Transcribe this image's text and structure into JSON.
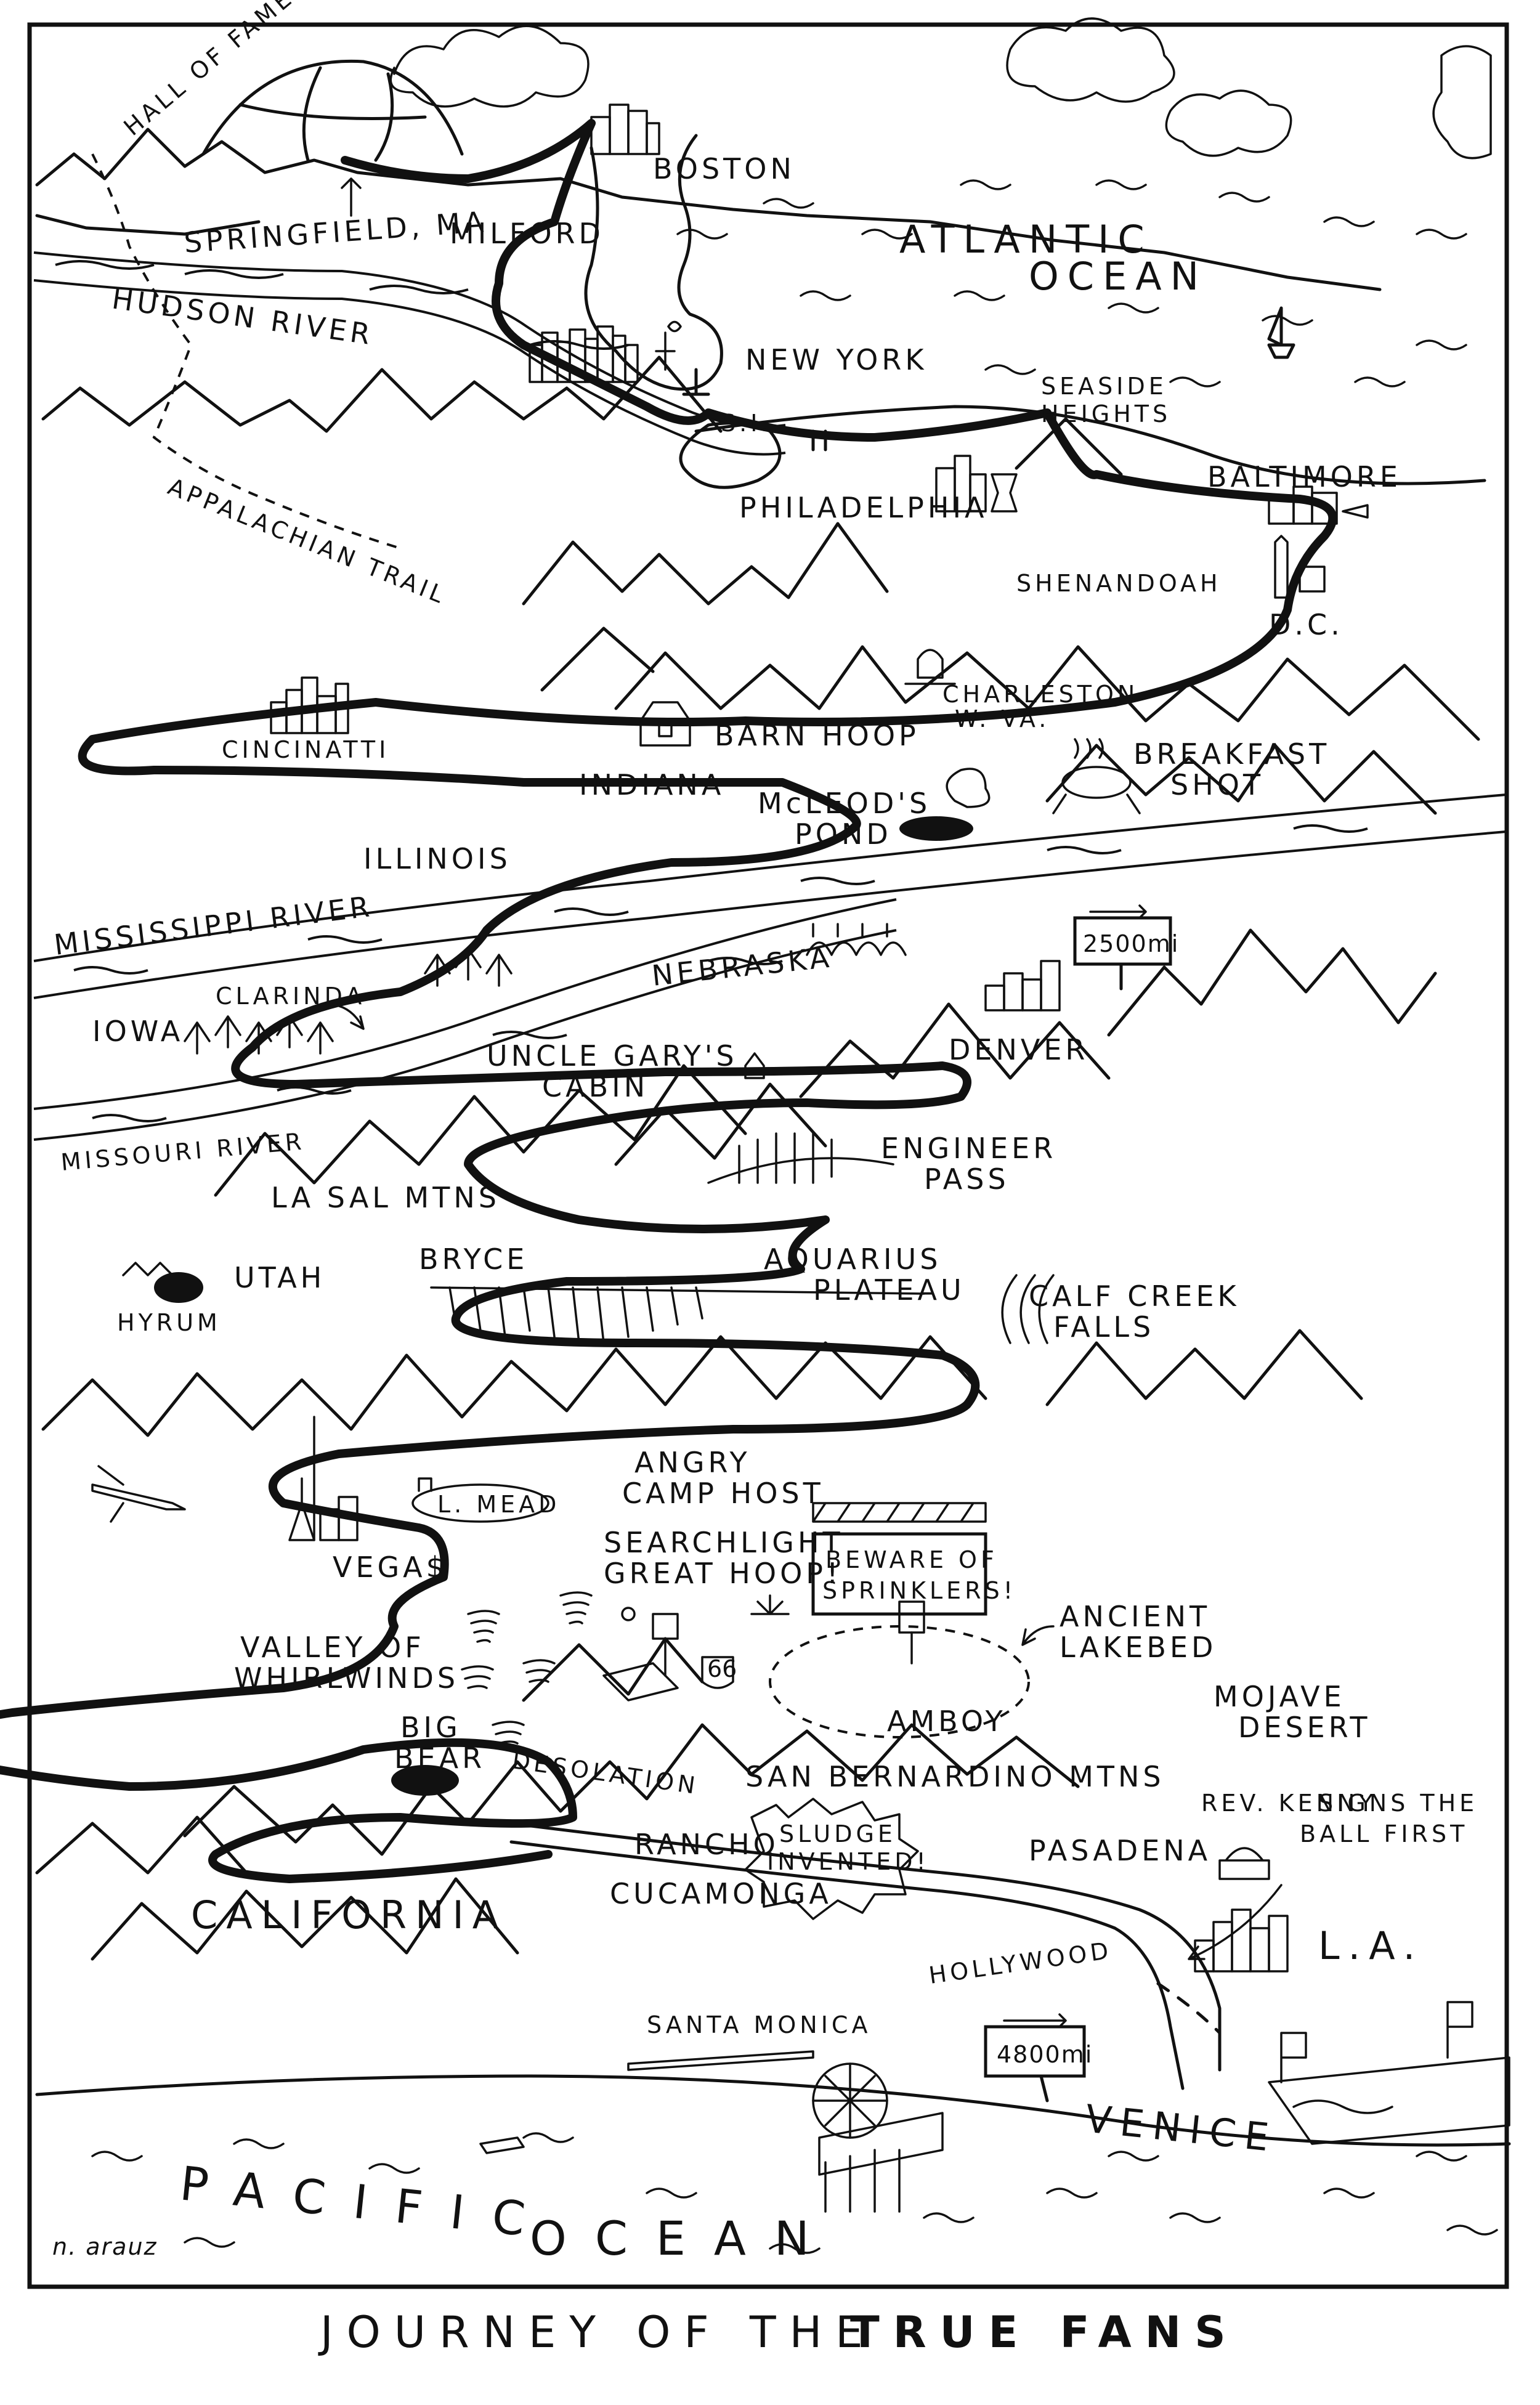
{
  "title": {
    "part1": "JOURNEY OF THE",
    "part2": "TRUE FANS"
  },
  "labels": {
    "hall_of_fame": "HALL OF FAME",
    "springfield": "SPRINGFIELD, MA",
    "milford": "MILFORD",
    "boston": "BOSTON",
    "atlantic": "ATLANTIC",
    "ocean": "OCEAN",
    "hudson": "HUDSON RIVER",
    "new_york": "NEW YORK",
    "si": "S.I.",
    "seaside1": "SEASIDE",
    "seaside2": "HEIGHTS",
    "appalachian": "APPALACHIAN TRAIL",
    "philadelphia": "PHILADELPHIA",
    "baltimore": "BALTIMORE",
    "shenandoah": "SHENANDOAH",
    "dc": "D.C.",
    "charleston1": "CHARLESTON",
    "charleston2": "W. VA.",
    "cincinatti": "CINCINATTI",
    "barn_hoop": "BARN HOOP",
    "breakfast1": "BREAKFAST",
    "breakfast2": "SHOT",
    "indiana": "INDIANA",
    "mcleods1": "McLEOD'S",
    "mcleods2": "POND",
    "illinois": "ILLINOIS",
    "mississippi": "MISSISSIPPI RIVER",
    "clarinda": "CLARINDA",
    "nebraska": "NEBRASKA",
    "sign_2500": "2500mi",
    "iowa": "IOWA",
    "uncle1": "UNCLE GARY'S",
    "uncle2": "CABIN",
    "denver": "DENVER",
    "missouri": "MISSOURI RIVER",
    "engineer1": "ENGINEER",
    "engineer2": "PASS",
    "la_sal": "LA SAL MTNS",
    "bryce": "BRYCE",
    "aquarius1": "AQUARIUS",
    "aquarius2": "PLATEAU",
    "utah": "UTAH",
    "hyrum": "HYRUM",
    "calf1": "CALF CREEK",
    "calf2": "FALLS",
    "angry1": "ANGRY",
    "angry2": "CAMP HOST",
    "lmead": "L. MEAD",
    "searchlight1": "SEARCHLIGHT",
    "searchlight2": "GREAT HOOP!",
    "beware1": "BEWARE OF",
    "beware2": "SPRINKLERS!",
    "vegas": "VEGA$",
    "ancient1": "ANCIENT",
    "ancient2": "LAKEBED",
    "valley1": "VALLEY OF",
    "valley2": "WHIRLWINDS",
    "route66": "66",
    "amboy": "AMBOY",
    "mojave1": "MOJAVE",
    "mojave2": "DESERT",
    "big1": "BIG",
    "big2": "BEAR",
    "desolation": "DESOLATION",
    "san_bernardino": "SAN BERNARDINO MTNS",
    "rancho": "RANCHO",
    "sludge1": "SLUDGE",
    "sludge2": "INVENTED!",
    "rev1": "REV. KENNY",
    "rev2": "SIGNS THE",
    "rev3": "BALL FIRST",
    "pasadena": "PASADENA",
    "california": "CALIFORNIA",
    "cucamonga": "CUCAMONGA",
    "hollywood": "HOLLYWOOD",
    "la": "L.A.",
    "santa_monica": "SANTA MONICA",
    "sign_4800": "4800mi",
    "venice": "VENICE",
    "pacific": "PACIFIC",
    "pacific_ocean": "OCEAN",
    "signature": "n. arauz"
  }
}
